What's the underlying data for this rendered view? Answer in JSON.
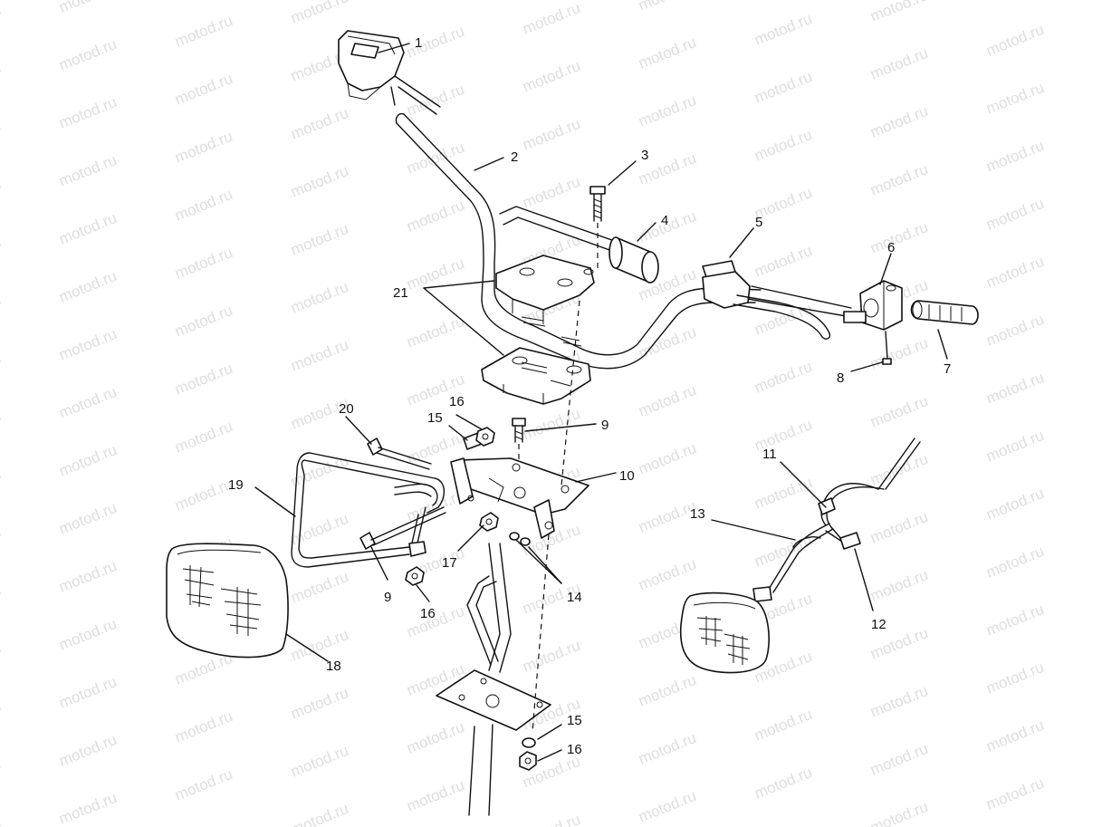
{
  "watermark": "motod.ru",
  "callouts": [
    {
      "id": "c1a",
      "text": "1"
    },
    {
      "id": "c2",
      "text": "2"
    },
    {
      "id": "c3",
      "text": "3"
    },
    {
      "id": "c4",
      "text": "4"
    },
    {
      "id": "c5",
      "text": "5"
    },
    {
      "id": "c6",
      "text": "6"
    },
    {
      "id": "c7",
      "text": "7"
    },
    {
      "id": "c8",
      "text": "8"
    },
    {
      "id": "c9a",
      "text": "9"
    },
    {
      "id": "c9b",
      "text": "9"
    },
    {
      "id": "c10",
      "text": "10"
    },
    {
      "id": "c11",
      "text": "11"
    },
    {
      "id": "c12",
      "text": "12"
    },
    {
      "id": "c13",
      "text": "13"
    },
    {
      "id": "c14",
      "text": "14"
    },
    {
      "id": "c15a",
      "text": "15"
    },
    {
      "id": "c15b",
      "text": "15"
    },
    {
      "id": "c16a",
      "text": "16"
    },
    {
      "id": "c16b",
      "text": "16"
    },
    {
      "id": "c16c",
      "text": "16"
    },
    {
      "id": "c17",
      "text": "17"
    },
    {
      "id": "c18",
      "text": "18"
    },
    {
      "id": "c19",
      "text": "19"
    },
    {
      "id": "c20",
      "text": "20"
    },
    {
      "id": "c21",
      "text": "21"
    }
  ]
}
